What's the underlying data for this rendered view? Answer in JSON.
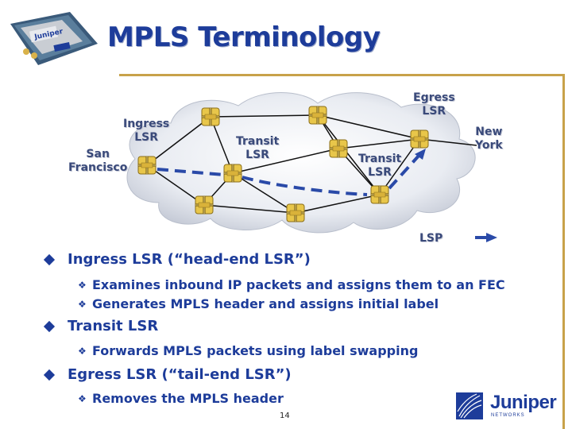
{
  "slide": {
    "title": "MPLS Terminology",
    "page_number": "14"
  },
  "diagram": {
    "labels": {
      "egress": "Egress\nLSR",
      "ingress": "Ingress\nLSR",
      "san_francisco": "San\nFrancisco",
      "transit1": "Transit\nLSR",
      "transit2": "Transit\nLSR",
      "new_york": "New\nYork",
      "lsp_legend": "LSP"
    }
  },
  "bullets": [
    {
      "text": "Ingress LSR (“head-end LSR”)",
      "sub": [
        "Examines inbound IP packets and assigns them to an FEC",
        "Generates MPLS header and assigns initial label"
      ]
    },
    {
      "text": "Transit LSR",
      "sub": [
        "Forwards MPLS packets using label swapping"
      ]
    },
    {
      "text": "Egress LSR (“tail-end LSR”)",
      "sub": [
        "Removes the MPLS header"
      ]
    }
  ],
  "logo": {
    "brand": "Juniper",
    "tagline": "NETWORKS"
  },
  "colors": {
    "title": "#1d3c9a",
    "accent_line": "#c8a24a",
    "lsp_dash": "#2a4aa8"
  }
}
